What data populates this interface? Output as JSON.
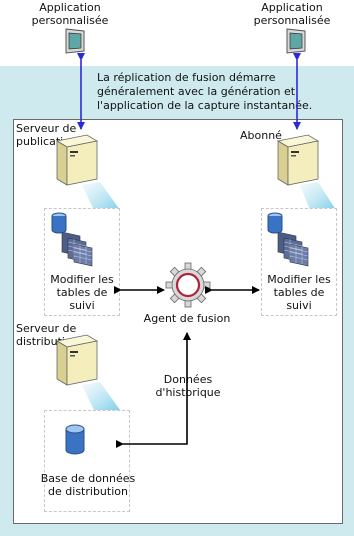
{
  "apps": {
    "left_label": "Application\npersonnalisée",
    "right_label": "Application\npersonnalisée"
  },
  "note": "La réplication de fusion démarre\ngénéralement avec la génération et\nl'application de la capture instantanée.",
  "servers": {
    "publisher_label": "Serveur de\npublication",
    "subscriber_label": "Abonné",
    "distributor_label": "Serveur de\ndistribution"
  },
  "left_card_label": "Modifier les\ntables de\nsuivi",
  "right_card_label": "Modifier les\ntables de\nsuivi",
  "agent_label": "Agent de fusion",
  "history_label": "Données\nd'historique",
  "distribution_db_label": "Base de données\nde distribution",
  "colors": {
    "band": "#cfeaef",
    "arrow_blue": "#2b2bd6",
    "connector": "#000000",
    "server_fill": "#f4eebc",
    "monitor_screen": "#5fa7a6",
    "gear_ring": "#b0233c"
  }
}
